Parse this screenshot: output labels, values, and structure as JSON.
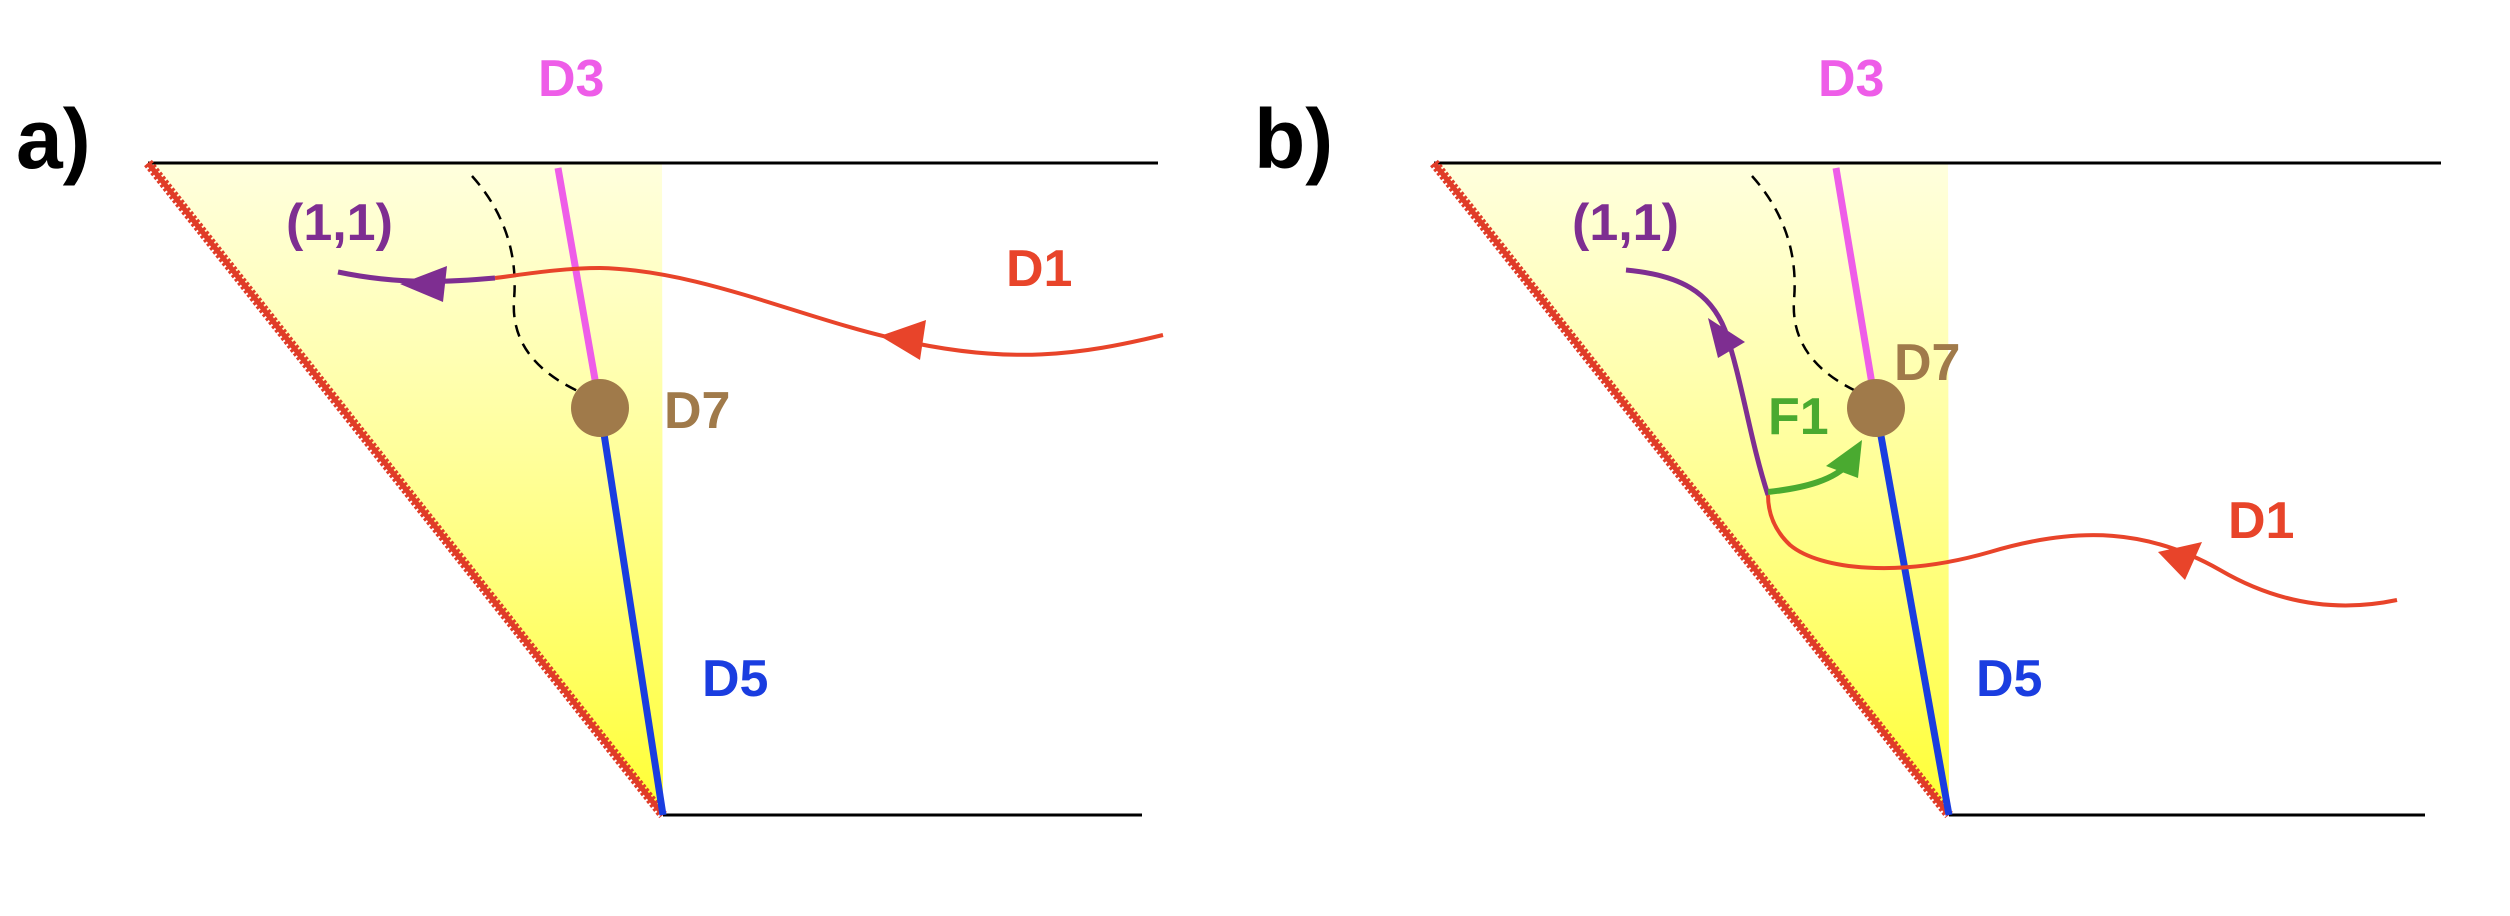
{
  "panels": [
    {
      "panel_label": "a)",
      "labels": {
        "d3": "D3",
        "d5": "D5",
        "d7": "D7",
        "d1": "D1",
        "one_one": "(1,1)"
      }
    },
    {
      "panel_label": "b)",
      "labels": {
        "d3": "D3",
        "d5": "D5",
        "d7": "D7",
        "d1": "D1",
        "one_one": "(1,1)",
        "f1": "F1"
      }
    }
  ],
  "colors": {
    "d1": "#e8442a",
    "d3": "#ee5de8",
    "d5": "#1a3de0",
    "d7": "#a07a4a",
    "one_one": "#7e2e91",
    "f1": "#4aaa30",
    "shade": "#ffff66",
    "boundary": "#e03c28",
    "line": "#000000"
  }
}
